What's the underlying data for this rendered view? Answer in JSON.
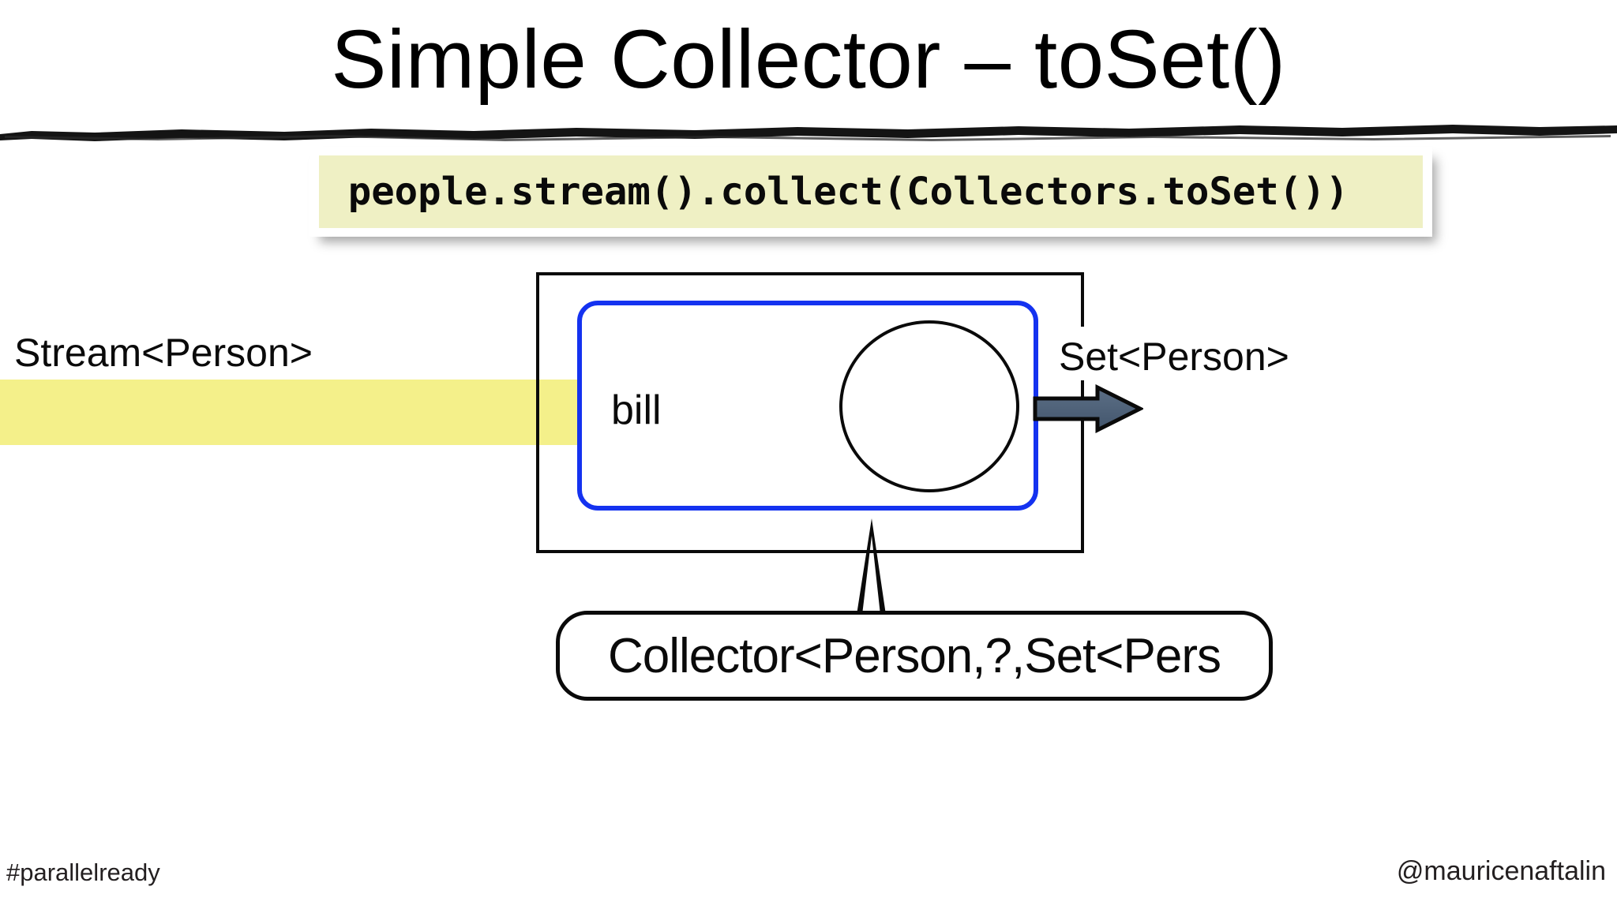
{
  "slide": {
    "title": "Simple Collector – toSet()",
    "accent_blue": "#1432f0",
    "code_background": "#eff0c4",
    "stream_bar_color": "#f4f08a",
    "arrow_color": "#4f6279",
    "ink_color": "#0a0a0a"
  },
  "code": {
    "text": "people.stream().collect(Collectors.toSet())"
  },
  "diagram": {
    "stream_label": "Stream<Person>",
    "set_label": "Set<Person>",
    "element_label": "bill",
    "callout_label": "Collector<Person,?,Set<Pers",
    "accumulator_icon": "circle-icon",
    "output_icon": "right-block-arrow-icon",
    "pointer_icon": "callout-pointer-icon"
  },
  "footer": {
    "hashtag": "#parallelready",
    "handle": "@mauricenaftalin"
  }
}
